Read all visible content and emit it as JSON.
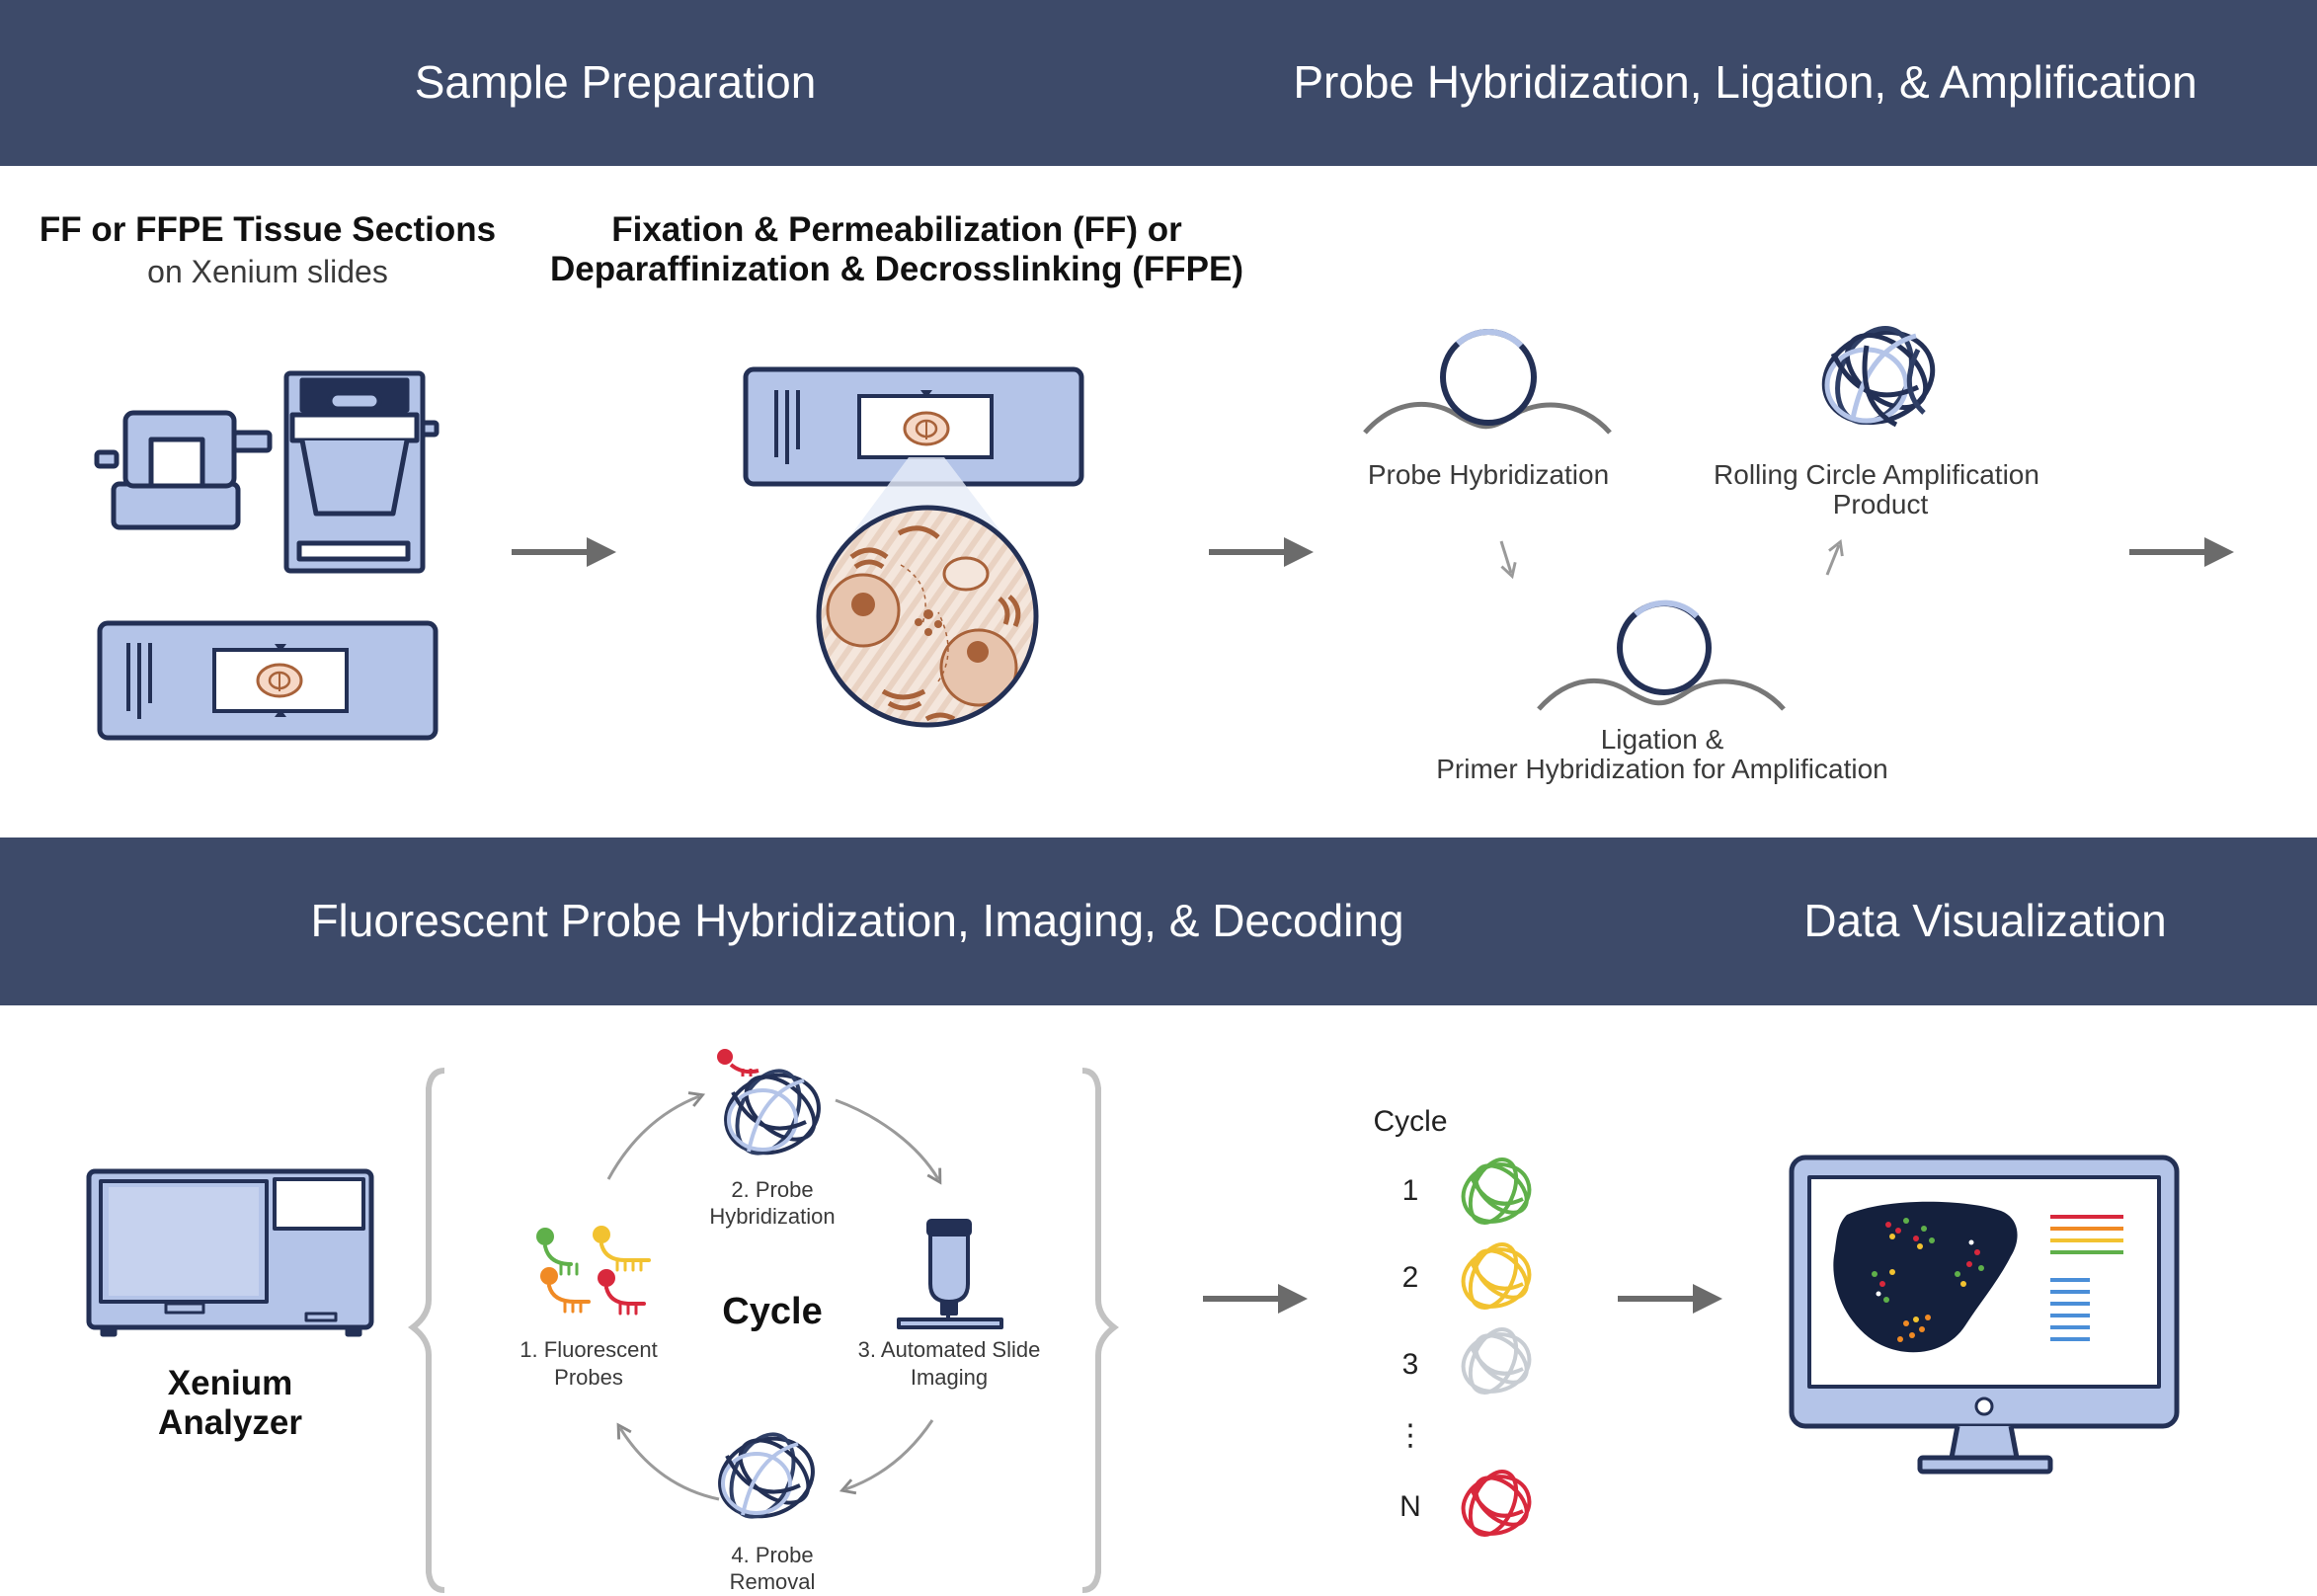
{
  "header_top": {
    "left": "Sample Preparation",
    "right": "Probe Hybridization, Ligation, & Amplification"
  },
  "header_bottom": {
    "left": "Fluorescent Probe Hybridization, Imaging, & Decoding",
    "right": "Data Visualization"
  },
  "sample_prep": {
    "tissue_title": "FF or FFPE Tissue Sections",
    "tissue_subtitle": "on Xenium slides",
    "fixation_line1": "Fixation & Permeabilization (FF) or",
    "fixation_line2": "Deparaffinization & Decrosslinking (FFPE)"
  },
  "probe_steps": {
    "probe_hybridization": "Probe Hybridization",
    "rca_line1": "Rolling Circle Amplification",
    "rca_line2": "Product",
    "ligation_line1": "Ligation &",
    "ligation_line2": "Primer Hybridization for Amplification"
  },
  "analyzer": {
    "line1": "Xenium",
    "line2": "Analyzer"
  },
  "cycle": {
    "center": "Cycle",
    "step1_line1": "1. Fluorescent",
    "step1_line2": "Probes",
    "step2_line1": "2. Probe",
    "step2_line2": "Hybridization",
    "step3_line1": "3. Automated Slide",
    "step3_line2": "Imaging",
    "step4_line1": "4. Probe",
    "step4_line2": "Removal"
  },
  "decoding": {
    "title": "Cycle",
    "rows": [
      "1",
      "2",
      "3",
      "⋮",
      "N"
    ],
    "colors": [
      "#5fb04a",
      "#f2c230",
      "#c8cdd3",
      "#d8283c"
    ]
  },
  "colors": {
    "band": "#3d4a69",
    "navy": "#233055",
    "light_blue": "#b4c4e8",
    "tissue": "#a8623a",
    "arrow": "#6b6b6b",
    "dna": "#777777"
  }
}
